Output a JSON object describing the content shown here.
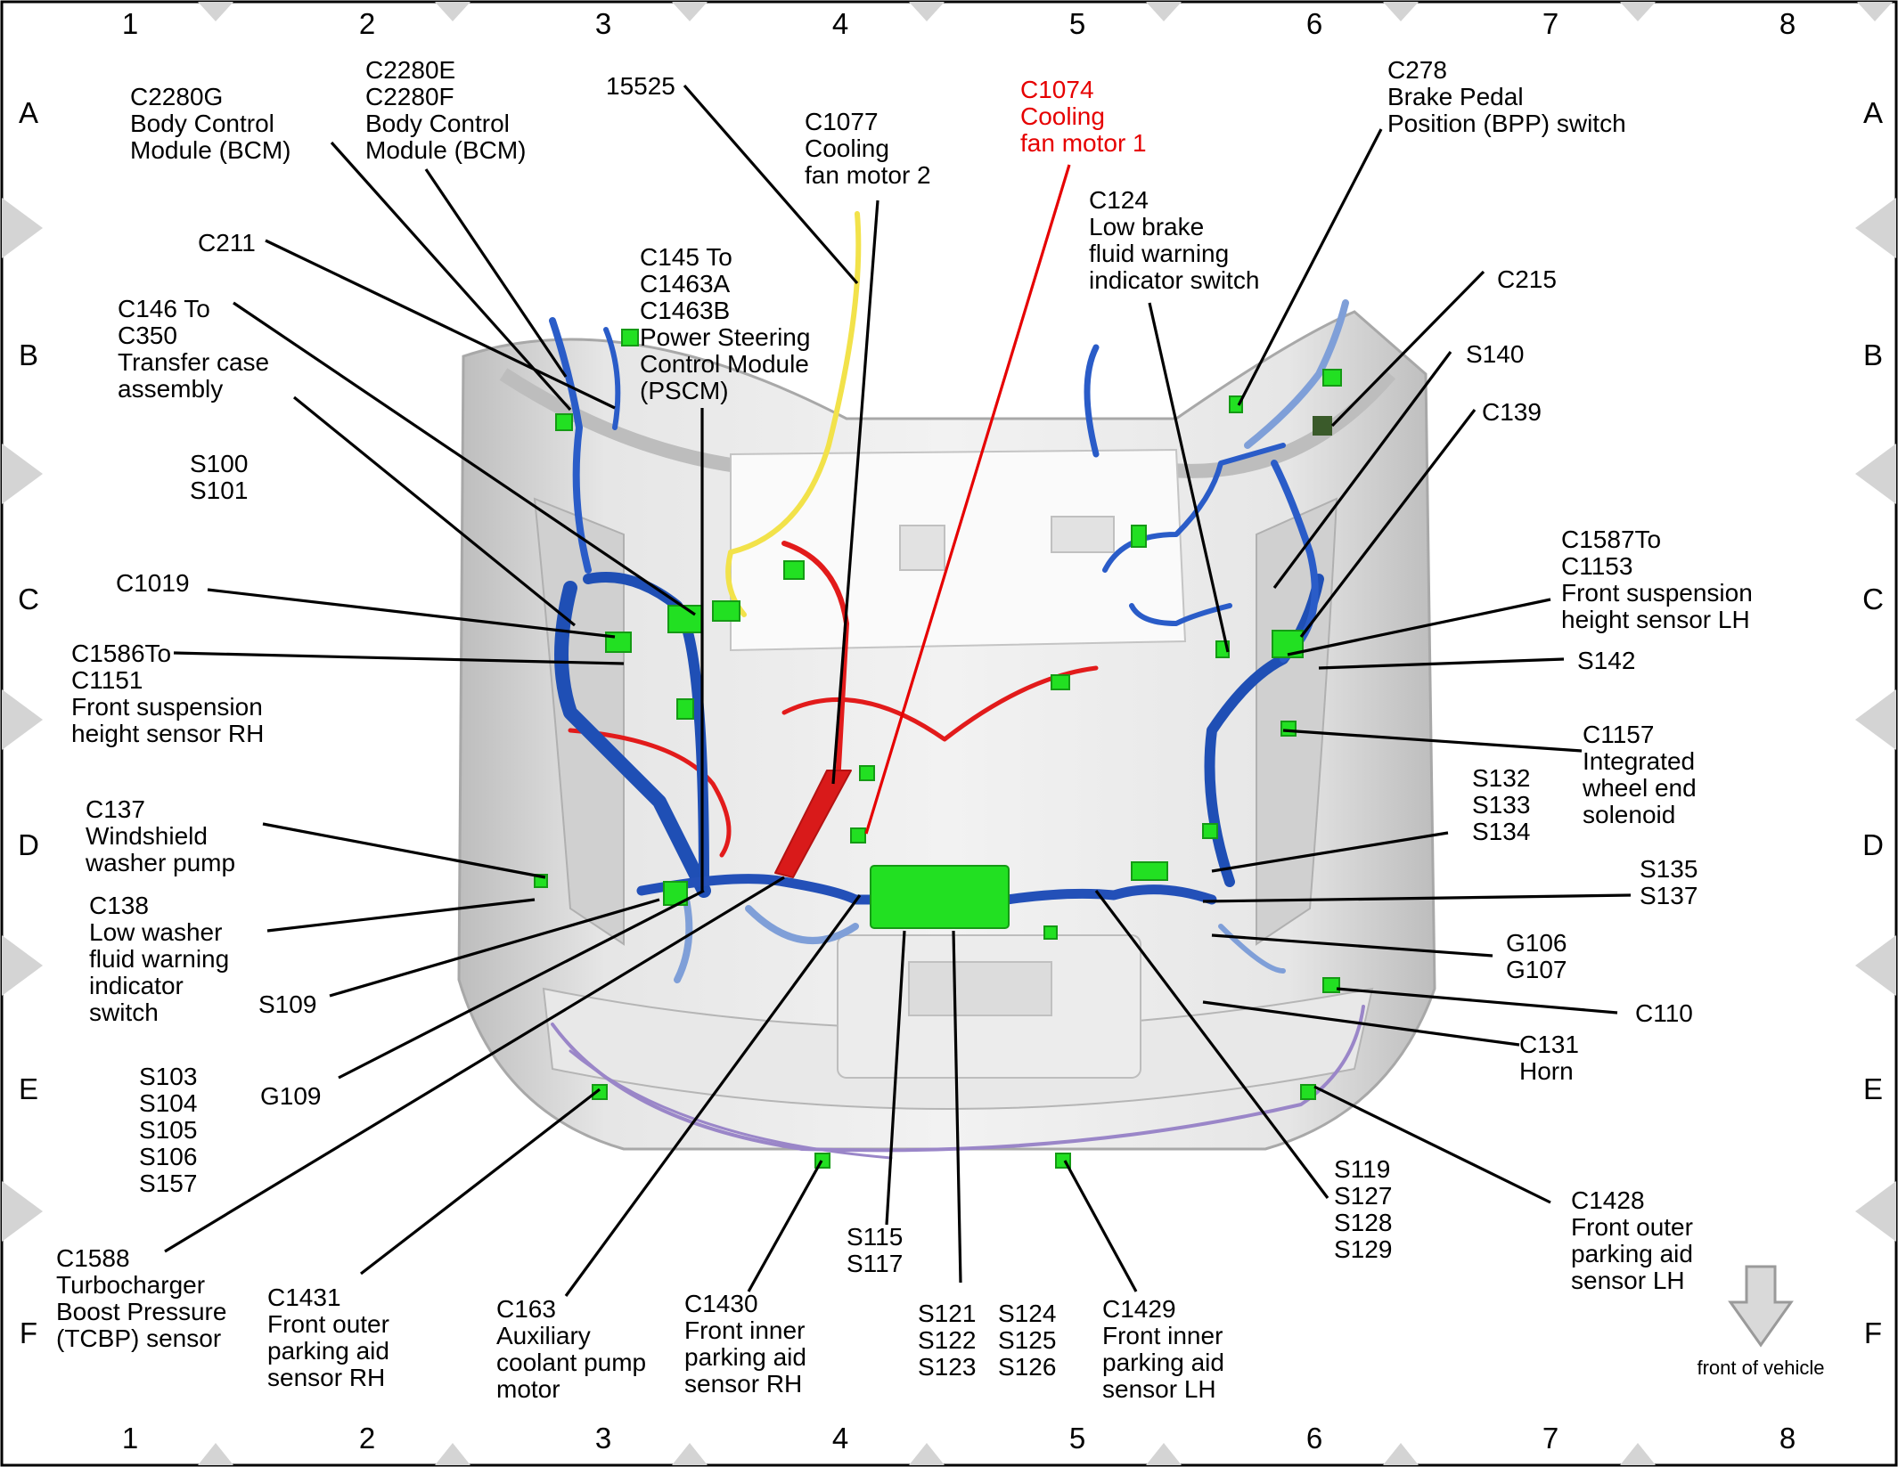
{
  "grid": {
    "columns": [
      "1",
      "2",
      "3",
      "4",
      "5",
      "6",
      "7",
      "8"
    ],
    "rows": [
      "A",
      "B",
      "C",
      "D",
      "E",
      "F"
    ]
  },
  "callouts": {
    "c2280g": [
      "C2280G",
      "Body Control",
      "Module (BCM)"
    ],
    "c2280ef": [
      "C2280E",
      "C2280F",
      "Body Control",
      "Module (BCM)"
    ],
    "c15525": [
      "15525"
    ],
    "c1077": [
      "C1077",
      "Cooling",
      "fan motor 2"
    ],
    "c1074": [
      "C1074",
      "Cooling",
      "fan motor 1"
    ],
    "c278": [
      "C278",
      "Brake Pedal",
      "Position (BPP) switch"
    ],
    "c211": [
      "C211"
    ],
    "c145": [
      "C145  To",
      "C1463A",
      "C1463B",
      "Power Steering",
      "Control Module",
      "(PSCM)"
    ],
    "c124": [
      "C124",
      "Low brake",
      "fluid warning",
      "indicator switch"
    ],
    "c215": [
      "C215"
    ],
    "c146": [
      "C146  To",
      "C350",
      "Transfer case",
      "assembly"
    ],
    "s140": [
      "S140"
    ],
    "c139": [
      "C139"
    ],
    "s100": [
      "S100",
      "S101"
    ],
    "c1019": [
      "C1019"
    ],
    "c1587": [
      "C1587To",
      "C1153",
      "Front suspension",
      "height sensor LH"
    ],
    "c1586": [
      "C1586To",
      "C1151",
      "Front suspension",
      "height sensor RH"
    ],
    "s142": [
      "S142"
    ],
    "c1157": [
      "C1157",
      "Integrated",
      "wheel end",
      "solenoid"
    ],
    "c137": [
      "C137",
      "Windshield",
      "washer pump"
    ],
    "s132": [
      "S132",
      "S133",
      "S134"
    ],
    "s135": [
      "S135",
      "S137"
    ],
    "c138": [
      "C138",
      "Low washer",
      "fluid warning",
      "indicator",
      "switch"
    ],
    "g106": [
      "G106",
      "G107"
    ],
    "s109": [
      "S109"
    ],
    "c110": [
      "C110"
    ],
    "c131": [
      "C131",
      "Horn"
    ],
    "s103": [
      "S103",
      "S104",
      "S105",
      "S106",
      "S157"
    ],
    "g109": [
      "G109"
    ],
    "s119": [
      "S119",
      "S127",
      "S128",
      "S129"
    ],
    "c1428": [
      "C1428",
      "Front outer",
      "parking aid",
      "sensor LH"
    ],
    "c1588": [
      "C1588",
      "Turbocharger",
      "Boost Pressure",
      "(TCBP) sensor"
    ],
    "s115": [
      "S115",
      "S117"
    ],
    "c1431": [
      "C1431",
      "Front outer",
      "parking aid",
      "sensor RH"
    ],
    "c163": [
      "C163",
      "Auxiliary",
      "coolant pump",
      "motor"
    ],
    "c1430": [
      "C1430",
      "Front inner",
      "parking aid",
      "sensor RH"
    ],
    "s121": [
      "S121",
      "S122",
      "S123"
    ],
    "s124": [
      "S124",
      "S125",
      "S126"
    ],
    "c1429": [
      "C1429",
      "Front inner",
      "parking aid",
      "sensor LH"
    ]
  },
  "front_label": "front of vehicle",
  "colors": {
    "harness_main": "#1f4fb5",
    "harness_light": "#7f9fd8",
    "harness_red": "#e21b1b",
    "harness_yellow": "#f2e24a",
    "harness_purple": "#9a86c8",
    "connector": "#22e022",
    "body": "#d9d9d9",
    "callout_highlight": "#e60000"
  }
}
